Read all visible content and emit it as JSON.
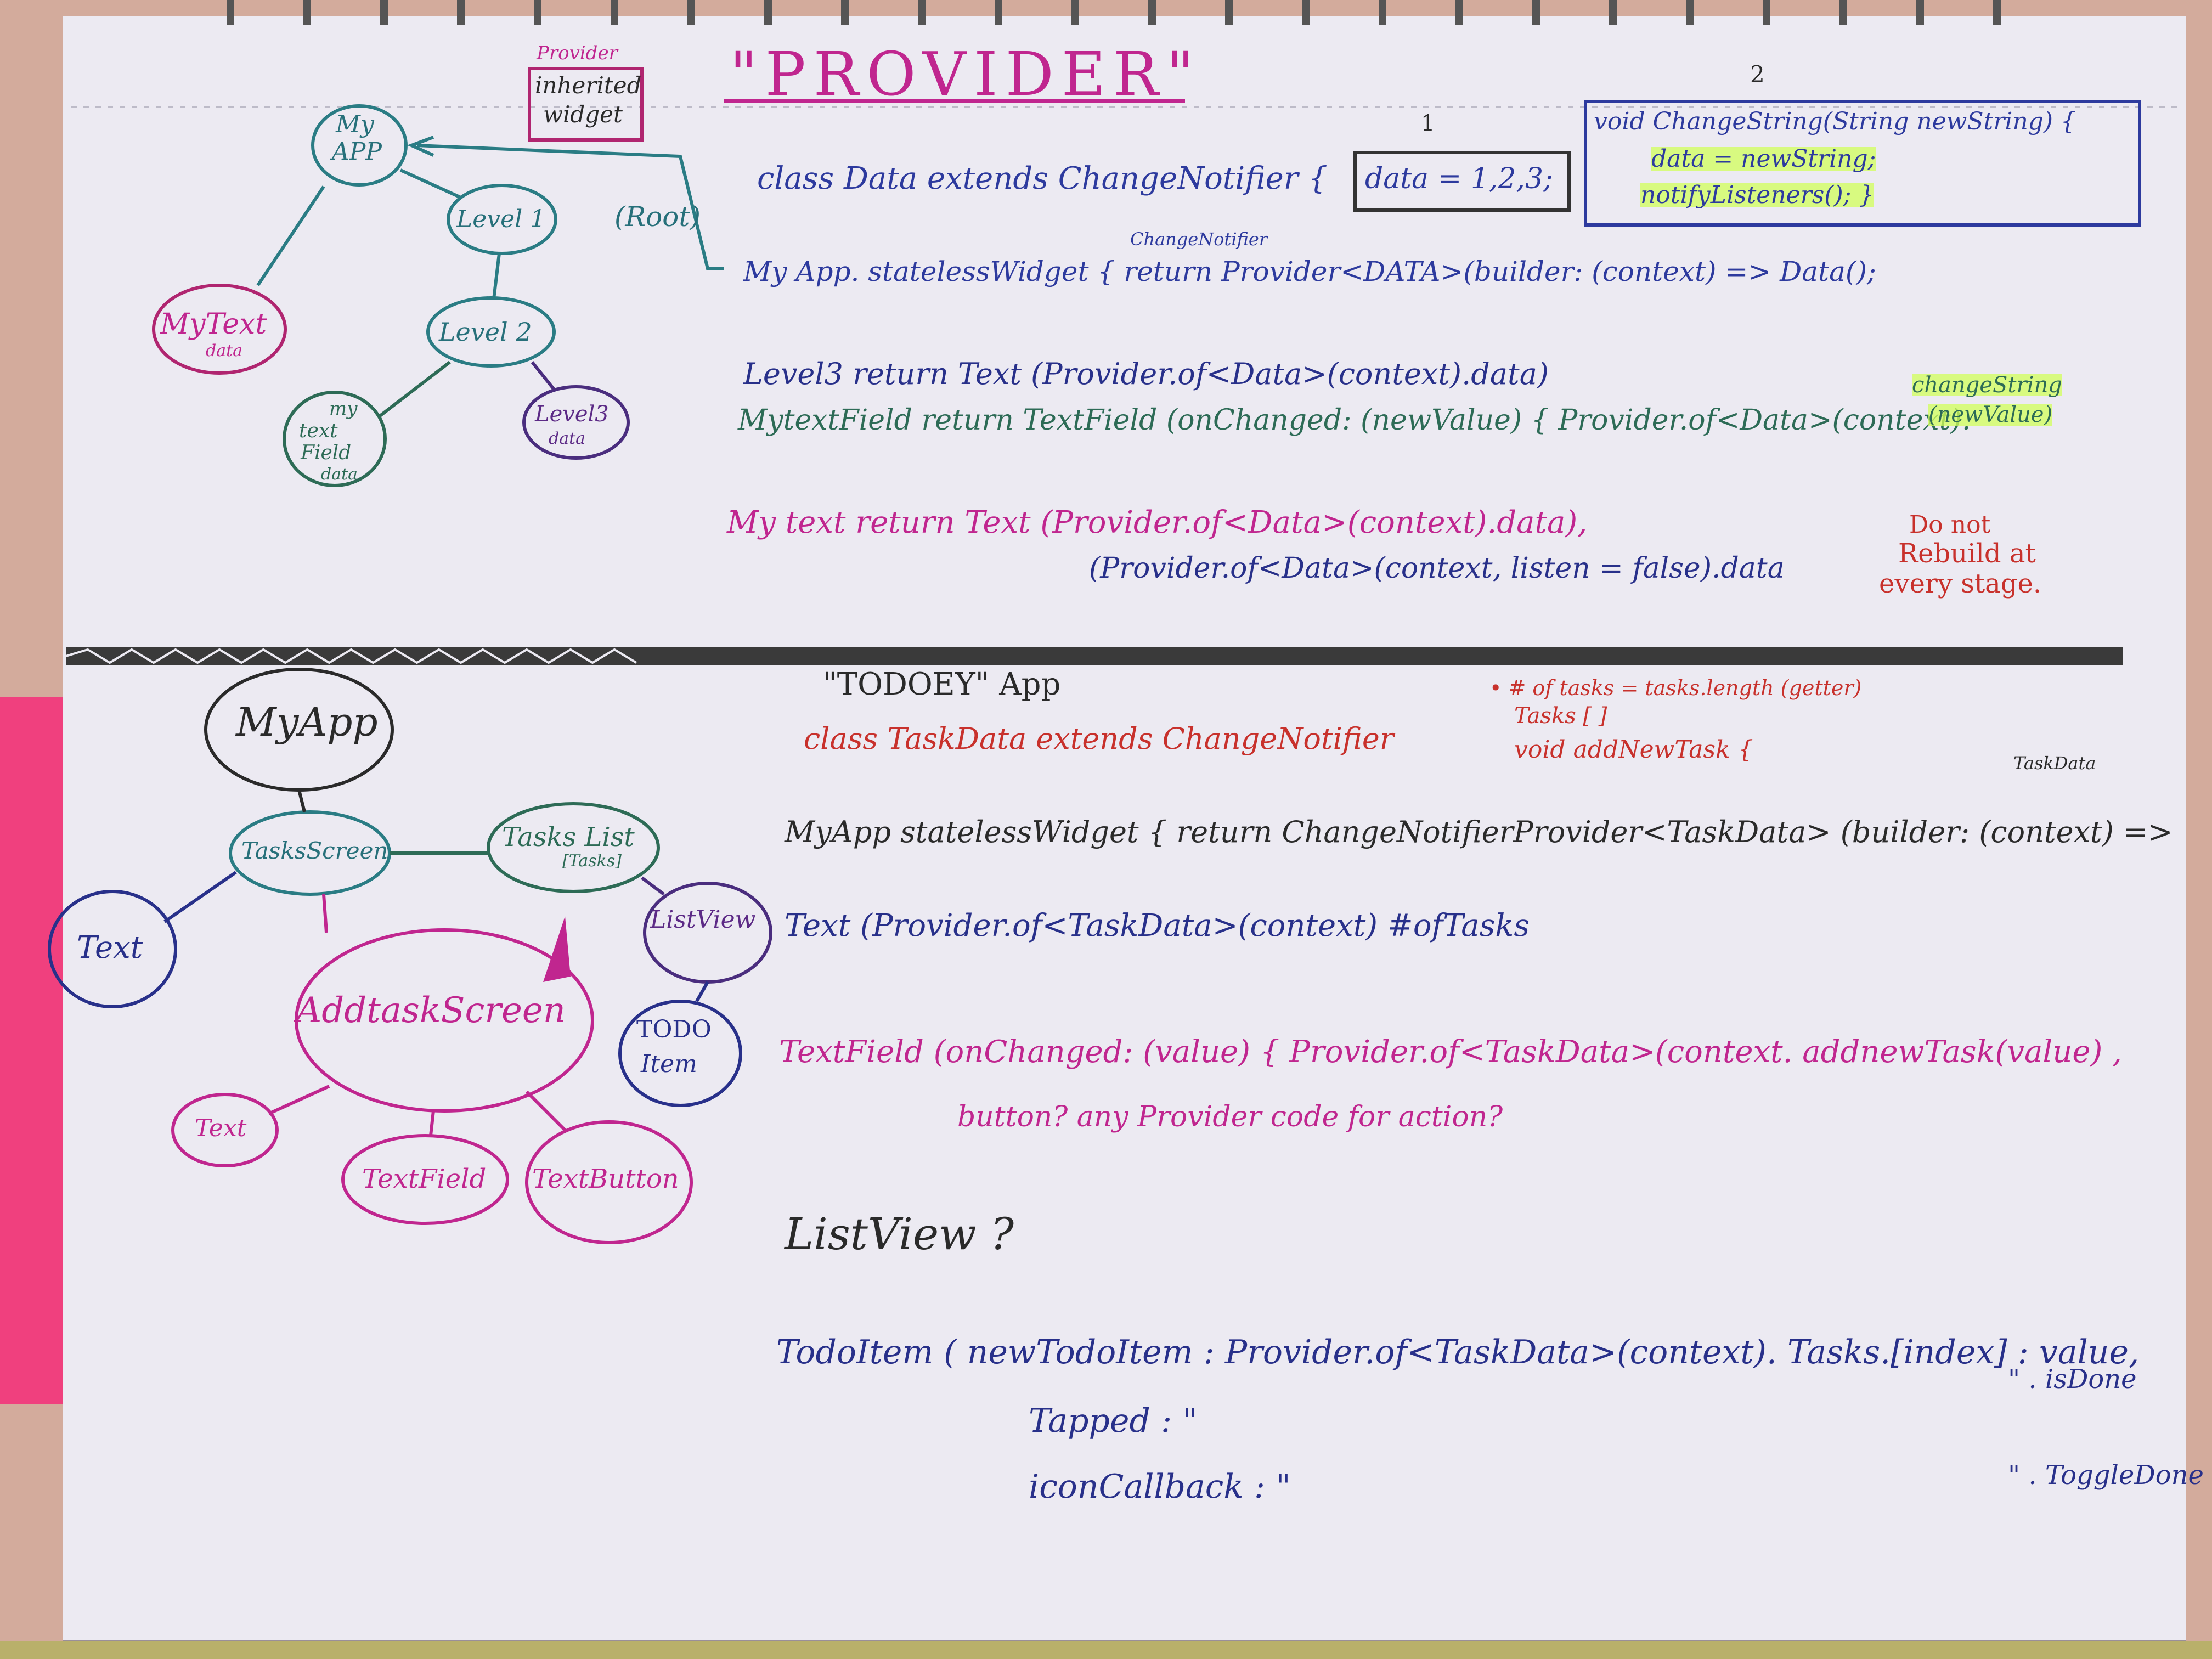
{
  "page": {
    "title": "\"PROVIDER\"",
    "second_title": "\"TODOEY\" App"
  },
  "colors": {
    "paper": "#eceaf2",
    "blue_ink": "#2d3a9e",
    "teal_ink": "#27707a",
    "magenta_ink": "#c0268f",
    "red_ink": "#c8312c",
    "purple_ink": "#5c2a86",
    "highlight": "#d2ff5a"
  },
  "provider_section": {
    "sticky_label": [
      "Provider",
      "inherited",
      "widget"
    ],
    "marker_1": "1",
    "marker_2": "2",
    "tree": {
      "my_app": [
        "My",
        "APP"
      ],
      "level1": "Level 1",
      "level2": "Level 2",
      "level3": [
        "Level3",
        "data"
      ],
      "my_text": [
        "MyText",
        "data"
      ],
      "my_text_field": [
        "my",
        "text",
        "Field",
        "data"
      ],
      "root_label": "(Root)"
    },
    "class_line": "class Data extends ChangeNotifier {",
    "data_box": "data = 1,2,3;",
    "method_box": [
      "void ChangeString(String newString) {",
      "data = newString;",
      "notifyListeners(); }"
    ],
    "change_notifier_note": "ChangeNotifier",
    "myapp_line": "My App. statelessWidget { return Provider<DATA>(builder: (context) => Data();",
    "level3_line": "Level3 return Text (Provider.of<Data>(context).data)",
    "mytextfield_line": "MytextField return TextField (onChanged: (newValue) { Provider.of<Data>(context).",
    "change_string_note": [
      "changeString",
      "(newValue)"
    ],
    "mytext_line1": "My text return Text (Provider.of<Data>(context).data),",
    "mytext_line2": "(Provider.of<Data>(context, listen = false).data",
    "rebuild_note": [
      "Do not",
      "Rebuild at",
      "every stage."
    ]
  },
  "todoey_section": {
    "tree": {
      "my_app": "MyApp",
      "tasks_screen": "TasksScreen",
      "tasks_list": [
        "Tasks List",
        "[Tasks]"
      ],
      "text_left": "Text",
      "list_view": "ListView",
      "todo_item": [
        "TODO",
        "Item"
      ],
      "add_task_screen": "AddtaskScreen",
      "text_bottom": "Text",
      "text_field": "TextField",
      "text_button": "TextButton"
    },
    "class_line": "class TaskData extends ChangeNotifier",
    "class_notes": [
      "• # of tasks = tasks.length (getter)",
      "Tasks [ ]",
      "void addNewTask {"
    ],
    "myapp_line": "MyApp statelessWidget { return ChangeNotifierProvider<TaskData>  (builder: (context) =>",
    "taskdata_note": "TaskData",
    "text_line": "Text (Provider.of<TaskData>(context) #ofTasks",
    "textfield_line": "TextField (onChanged: (value) { Provider.of<TaskData>(context. addnewTask(value) ,",
    "button_note": "button? any Provider code for action?",
    "listview_line": "ListView ?",
    "todo_line1": "TodoItem ( newTodoItem : Provider.of<TaskData>(context). Tasks.[index] : value,",
    "todo_line2": "Tapped     : \"",
    "todo_line3": "iconCallback : \"",
    "todo_right1": "\" . isDone",
    "todo_right2": "\" . ToggleDone"
  }
}
